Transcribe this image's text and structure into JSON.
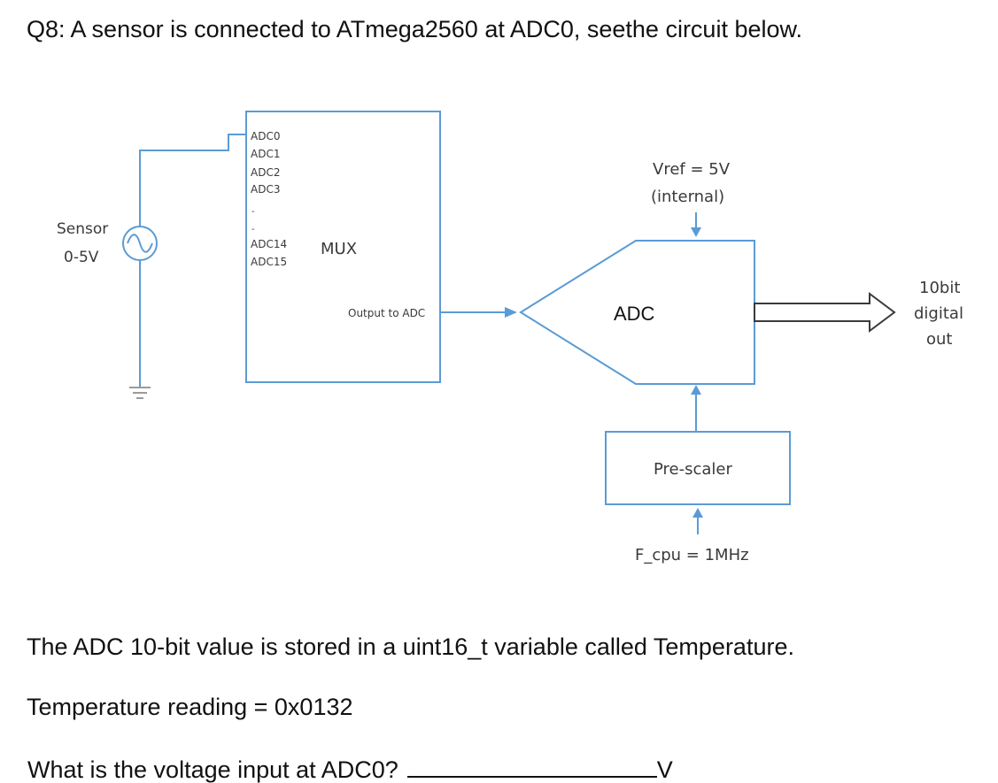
{
  "question": {
    "title": "Q8: A sensor is connected to ATmega2560 at ADC0, seethe circuit below.",
    "statement": "The ADC 10-bit value is stored in a uint16_t variable called Temperature.",
    "reading_label": "Temperature reading = 0x0132",
    "prompt": "What is the voltage input at ADC0?",
    "answer_unit": "V"
  },
  "diagram": {
    "sensor_label": "Sensor",
    "sensor_range": "0-5V",
    "mux": {
      "inputs": [
        "ADC0",
        "ADC1",
        "ADC2",
        "ADC3",
        "-",
        "-",
        "ADC14",
        "ADC15"
      ],
      "label": "MUX",
      "output_label": "Output to ADC"
    },
    "vref_line1": "Vref = 5V",
    "vref_line2": "(internal)",
    "adc_label": "ADC",
    "prescaler_label": "Pre-scaler",
    "fcpu_label": "F_cpu = 1MHz",
    "output_line1": "10bit",
    "output_line2": "digital",
    "output_line3": "out",
    "colors": {
      "wire": "#5b9bd5",
      "box_border": "#5b9bd5",
      "text": "#3a3a3a"
    }
  }
}
